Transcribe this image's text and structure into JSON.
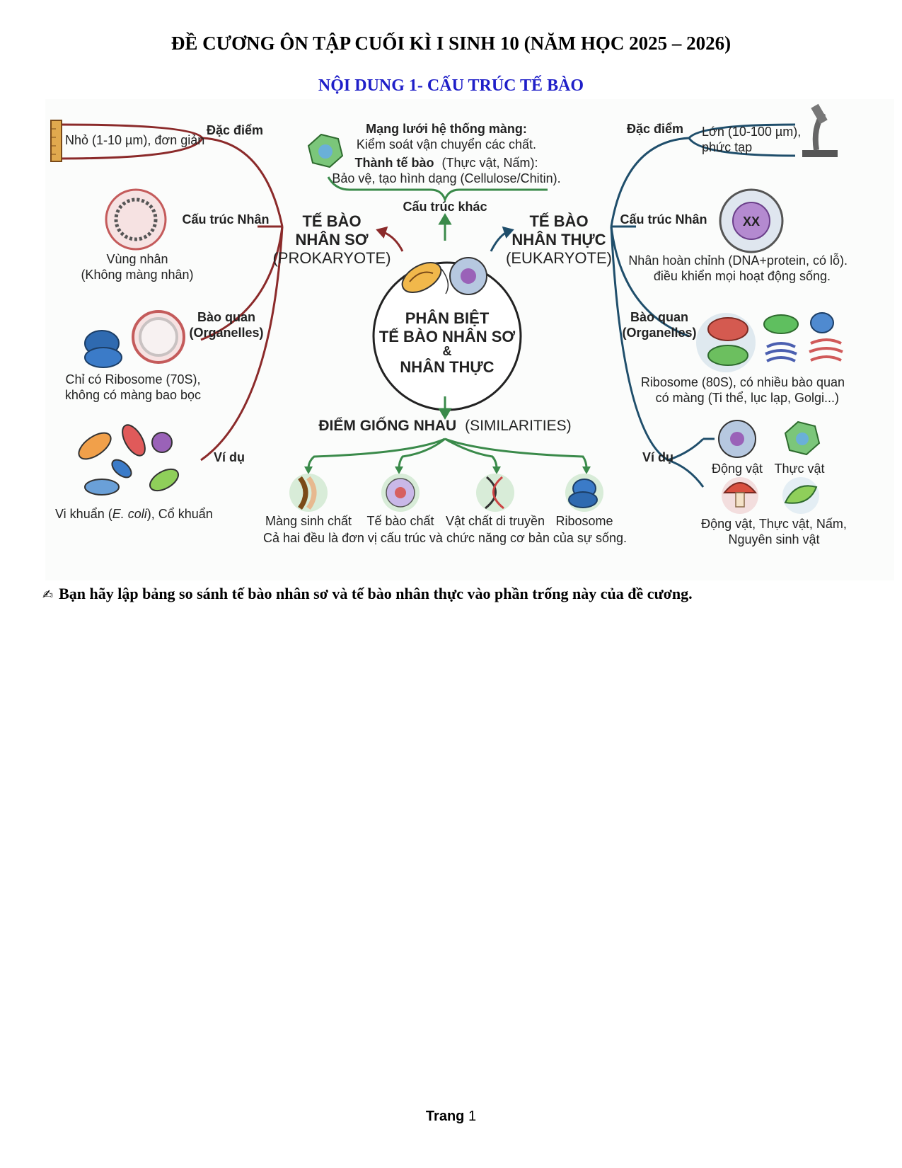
{
  "document": {
    "title": "ĐỀ CƯƠNG ÔN TẬP CUỐI KÌ I SINH 10 (NĂM HỌC 2025 – 2026)",
    "section_title": "NỘI DUNG 1-  CẤU TRÚC TẾ BÀO",
    "instruction": "Bạn hãy lập bảng so sánh tế bào nhân sơ và tế bào nhân thực vào phần trống này của đề cương.",
    "page_label": "Trang",
    "page_number": "1"
  },
  "diagram": {
    "center": {
      "line1": "PHÂN BIỆT",
      "line2": "TẾ BÀO NHÂN SƠ",
      "line3": "&",
      "line4": "NHÂN THỰC"
    },
    "top": {
      "label": "Cấu trúc khác",
      "membrane_title": "Mạng lưới hệ thống màng:",
      "membrane_desc": "Kiểm soát vận chuyển các chất.",
      "wall_title": "Thành tế bào",
      "wall_paren": "(Thực vật, Nấm):",
      "wall_desc": "Bảo vệ, tạo hình dạng (Cellulose/Chitin)."
    },
    "prokaryote": {
      "title1": "TẾ BÀO",
      "title2": "NHÂN SƠ",
      "title3": "(PROKARYOTE)",
      "color": "#8b2a2a",
      "feature_label": "Đặc điểm",
      "feature_text": "Nhỏ (1-10 µm), đơn giản",
      "nucleus_label": "Cấu trúc Nhân",
      "nucleus_text1": "Vùng nhân",
      "nucleus_text2": "(Không màng nhân)",
      "organelle_label1": "Bào quan",
      "organelle_label2": "(Organelles)",
      "organelle_text1": "Chỉ có Ribosome (70S),",
      "organelle_text2": "không có màng bao bọc",
      "example_label": "Ví dụ",
      "example_text_a": "Vi khuẩn (",
      "example_text_b": "E. coli",
      "example_text_c": "), Cổ khuẩn"
    },
    "eukaryote": {
      "title1": "TẾ BÀO",
      "title2": "NHÂN THỰC",
      "title3": "(EUKARYOTE)",
      "color": "#1f4e6b",
      "feature_label": "Đặc điểm",
      "feature_text1": "Lớn (10-100 µm),",
      "feature_text2": "phức tạp",
      "nucleus_label": "Cấu trúc Nhân",
      "nucleus_text1": "Nhân hoàn chỉnh (DNA+protein, có lỗ).",
      "nucleus_text2": "điều khiển mọi hoạt động sống.",
      "organelle_label1": "Bào quan",
      "organelle_label2": "(Organelles)",
      "organelle_text1": "Ribosome (80S), có nhiều bào quan",
      "organelle_text2": "có màng (Ti thể, lục lạp, Golgi...)",
      "example_label": "Ví dụ",
      "example_animal": "Động vật",
      "example_plant": "Thực vật",
      "example_text1": "Động vật, Thực vật, Nấm,",
      "example_text2": "Nguyên sinh vật"
    },
    "similarities": {
      "title_bold": "ĐIỂM GIỐNG NHAU",
      "title_paren": "(SIMILARITIES)",
      "color": "#3a8a4a",
      "items": [
        "Màng sinh chất",
        "Tế bào chất",
        "Vật chất di truyền",
        "Ribosome"
      ],
      "summary": "Cả hai đều là đơn vị cấu trúc và chức năng cơ bản của sự sống."
    }
  }
}
